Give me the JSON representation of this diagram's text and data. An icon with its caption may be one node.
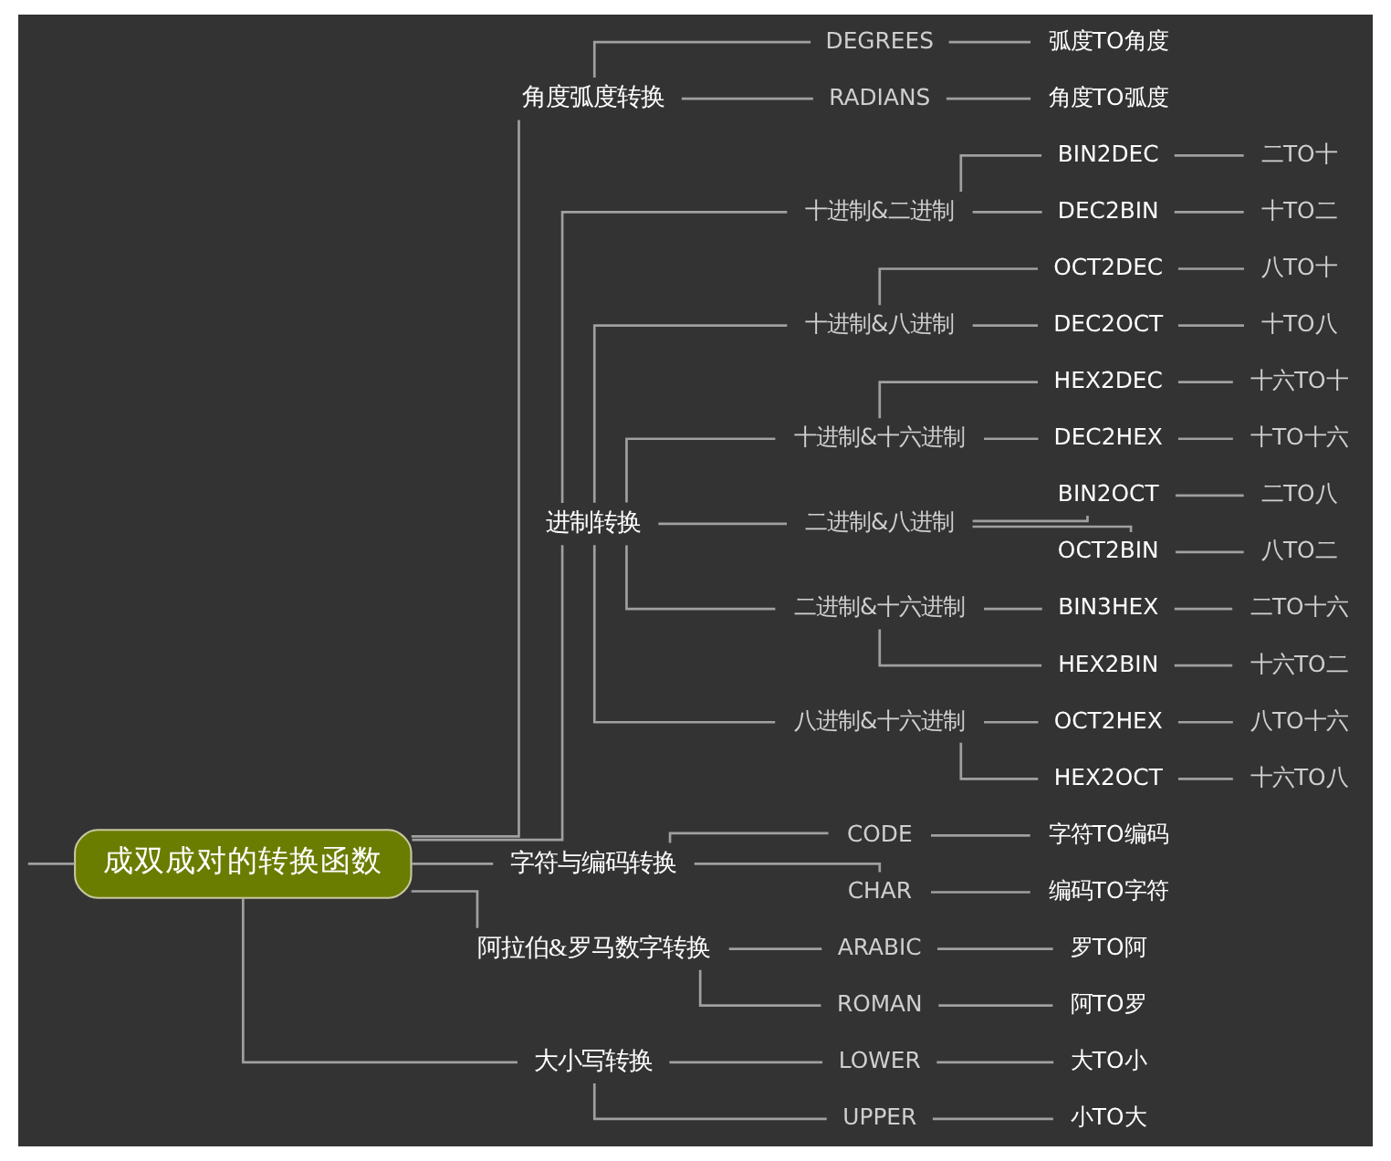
{
  "diagram": {
    "nodes": [
      {
        "text": [
          "成双成对的转换函数"
        ]
      },
      {
        "text": [
          "角度弧度转换"
        ]
      },
      {
        "text": [
          "DEGREES"
        ]
      },
      {
        "text": [
          "弧度TO角度"
        ]
      },
      {
        "text": [
          "RADIANS"
        ]
      },
      {
        "text": [
          "角度TO弧度"
        ]
      },
      {
        "text": [
          "进制转换"
        ]
      },
      {
        "text": [
          "十进制&二进制"
        ]
      },
      {
        "text": [
          "BIN2DEC"
        ]
      },
      {
        "text": [
          "二TO十"
        ]
      },
      {
        "text": [
          "DEC2BIN"
        ]
      },
      {
        "text": [
          "十TO二"
        ]
      },
      {
        "text": [
          "十进制&八进制"
        ]
      },
      {
        "text": [
          "OCT2DEC"
        ]
      },
      {
        "text": [
          "八TO十"
        ]
      },
      {
        "text": [
          "DEC2OCT"
        ]
      },
      {
        "text": [
          "十TO八"
        ]
      },
      {
        "text": [
          "十进制&十六进制"
        ]
      },
      {
        "text": [
          "HEX2DEC"
        ]
      },
      {
        "text": [
          "十六TO十"
        ]
      },
      {
        "text": [
          "DEC2HEX"
        ]
      },
      {
        "text": [
          "十TO十六"
        ]
      },
      {
        "text": [
          "二进制&八进制"
        ]
      },
      {
        "text": [
          "BIN2OCT"
        ]
      },
      {
        "text": [
          "二TO八"
        ]
      },
      {
        "text": [
          "OCT2BIN"
        ]
      },
      {
        "text": [
          "八TO二"
        ]
      },
      {
        "text": [
          "二进制&十六进制"
        ]
      },
      {
        "text": [
          "BIN3HEX"
        ]
      },
      {
        "text": [
          "二TO十六"
        ]
      },
      {
        "text": [
          "HEX2BIN"
        ]
      },
      {
        "text": [
          "十六TO二"
        ]
      },
      {
        "text": [
          "八进制&十六进制"
        ]
      },
      {
        "text": [
          "OCT2HEX"
        ]
      },
      {
        "text": [
          "八TO十六"
        ]
      },
      {
        "text": [
          "HEX2OCT"
        ]
      },
      {
        "text": [
          "十六TO八"
        ]
      },
      {
        "text": [
          "字符与编码转换"
        ]
      },
      {
        "text": [
          "CODE"
        ]
      },
      {
        "text": [
          "字符TO编码"
        ]
      },
      {
        "text": [
          "CHAR"
        ]
      },
      {
        "text": [
          "编码TO字符"
        ]
      },
      {
        "text": [
          "阿拉伯&罗马数字转换"
        ]
      },
      {
        "text": [
          "ARABIC"
        ]
      },
      {
        "text": [
          "罗TO阿"
        ]
      },
      {
        "text": [
          "ROMAN"
        ]
      },
      {
        "text": [
          "阿TO罗"
        ]
      },
      {
        "text": [
          "大小写转换"
        ]
      },
      {
        "text": [
          "LOWER"
        ]
      },
      {
        "text": [
          "大TO小"
        ]
      },
      {
        "text": [
          "UPPER"
        ]
      },
      {
        "text": [
          "小TO大"
        ]
      }
    ],
    "edges": [
      {
        "from": null,
        "to": 0,
        "arrow": "none"
      },
      {
        "from": 0,
        "to": 1,
        "arrow": "none"
      },
      {
        "from": 1,
        "to": 2,
        "arrow": "none"
      },
      {
        "from": 2,
        "to": 3,
        "arrow": "none"
      },
      {
        "from": 1,
        "to": 4,
        "arrow": "none"
      },
      {
        "from": 4,
        "to": 5,
        "arrow": "none"
      },
      {
        "from": 0,
        "to": 6,
        "arrow": "none"
      },
      {
        "from": 6,
        "to": 7,
        "arrow": "none"
      },
      {
        "from": 7,
        "to": 8,
        "arrow": "none"
      },
      {
        "from": 8,
        "to": 9,
        "arrow": "none"
      },
      {
        "from": 7,
        "to": 10,
        "arrow": "none"
      },
      {
        "from": 10,
        "to": 11,
        "arrow": "none"
      },
      {
        "from": 6,
        "to": 12,
        "arrow": "none"
      },
      {
        "from": 12,
        "to": 13,
        "arrow": "none"
      },
      {
        "from": 13,
        "to": 14,
        "arrow": "none"
      },
      {
        "from": 12,
        "to": 15,
        "arrow": "none"
      },
      {
        "from": 15,
        "to": 16,
        "arrow": "none"
      },
      {
        "from": 6,
        "to": 17,
        "arrow": "none"
      },
      {
        "from": 17,
        "to": 18,
        "arrow": "none"
      },
      {
        "from": 18,
        "to": 19,
        "arrow": "none"
      },
      {
        "from": 17,
        "to": 20,
        "arrow": "none"
      },
      {
        "from": 20,
        "to": 21,
        "arrow": "none"
      },
      {
        "from": 6,
        "to": 22,
        "arrow": "none"
      },
      {
        "from": 22,
        "to": 23,
        "arrow": "none"
      },
      {
        "from": 23,
        "to": 24,
        "arrow": "none"
      },
      {
        "from": 22,
        "to": 25,
        "arrow": "none"
      },
      {
        "from": 25,
        "to": 26,
        "arrow": "none"
      },
      {
        "from": 6,
        "to": 27,
        "arrow": "none"
      },
      {
        "from": 27,
        "to": 28,
        "arrow": "none"
      },
      {
        "from": 28,
        "to": 29,
        "arrow": "none"
      },
      {
        "from": 27,
        "to": 30,
        "arrow": "none"
      },
      {
        "from": 30,
        "to": 31,
        "arrow": "none"
      },
      {
        "from": 6,
        "to": 32,
        "arrow": "none"
      },
      {
        "from": 32,
        "to": 33,
        "arrow": "none"
      },
      {
        "from": 33,
        "to": 34,
        "arrow": "none"
      },
      {
        "from": 32,
        "to": 35,
        "arrow": "none"
      },
      {
        "from": 35,
        "to": 36,
        "arrow": "none"
      },
      {
        "from": 0,
        "to": 37,
        "arrow": "none"
      },
      {
        "from": 37,
        "to": 38,
        "arrow": "none"
      },
      {
        "from": 38,
        "to": 39,
        "arrow": "none"
      },
      {
        "from": 37,
        "to": 40,
        "arrow": "none"
      },
      {
        "from": 40,
        "to": 41,
        "arrow": "none"
      },
      {
        "from": 0,
        "to": 42,
        "arrow": "none"
      },
      {
        "from": 42,
        "to": 43,
        "arrow": "none"
      },
      {
        "from": 43,
        "to": 44,
        "arrow": "none"
      },
      {
        "from": 42,
        "to": 45,
        "arrow": "none"
      },
      {
        "from": 45,
        "to": 46,
        "arrow": "none"
      },
      {
        "from": 0,
        "to": 47,
        "arrow": "none"
      },
      {
        "from": 47,
        "to": 48,
        "arrow": "none"
      },
      {
        "from": 48,
        "to": 49,
        "arrow": "none"
      },
      {
        "from": 47,
        "to": 50,
        "arrow": "none"
      },
      {
        "from": 50,
        "to": 51,
        "arrow": "none"
      }
    ]
  }
}
